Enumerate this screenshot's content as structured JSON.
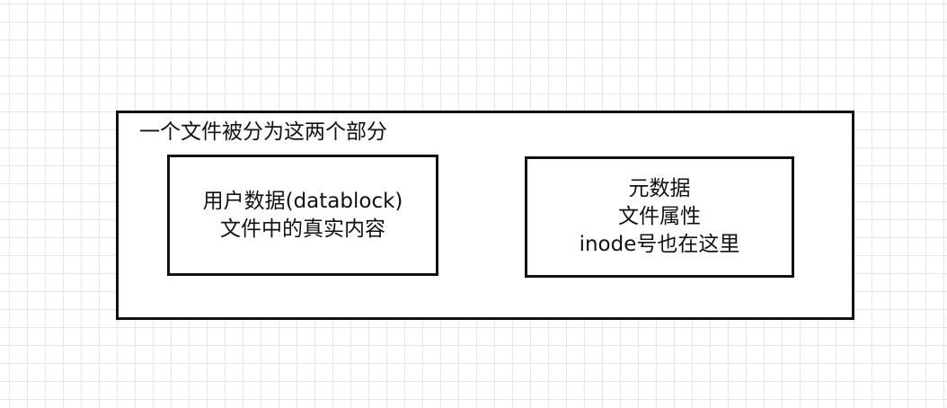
{
  "diagram": {
    "outer": {
      "title": "一个文件被分为这两个部分"
    },
    "user_data": {
      "line1": "用户数据(datablock)",
      "line2": "文件中的真实内容"
    },
    "metadata": {
      "line1": "元数据",
      "line2": "文件属性",
      "line3": "inode号也在这里"
    }
  }
}
